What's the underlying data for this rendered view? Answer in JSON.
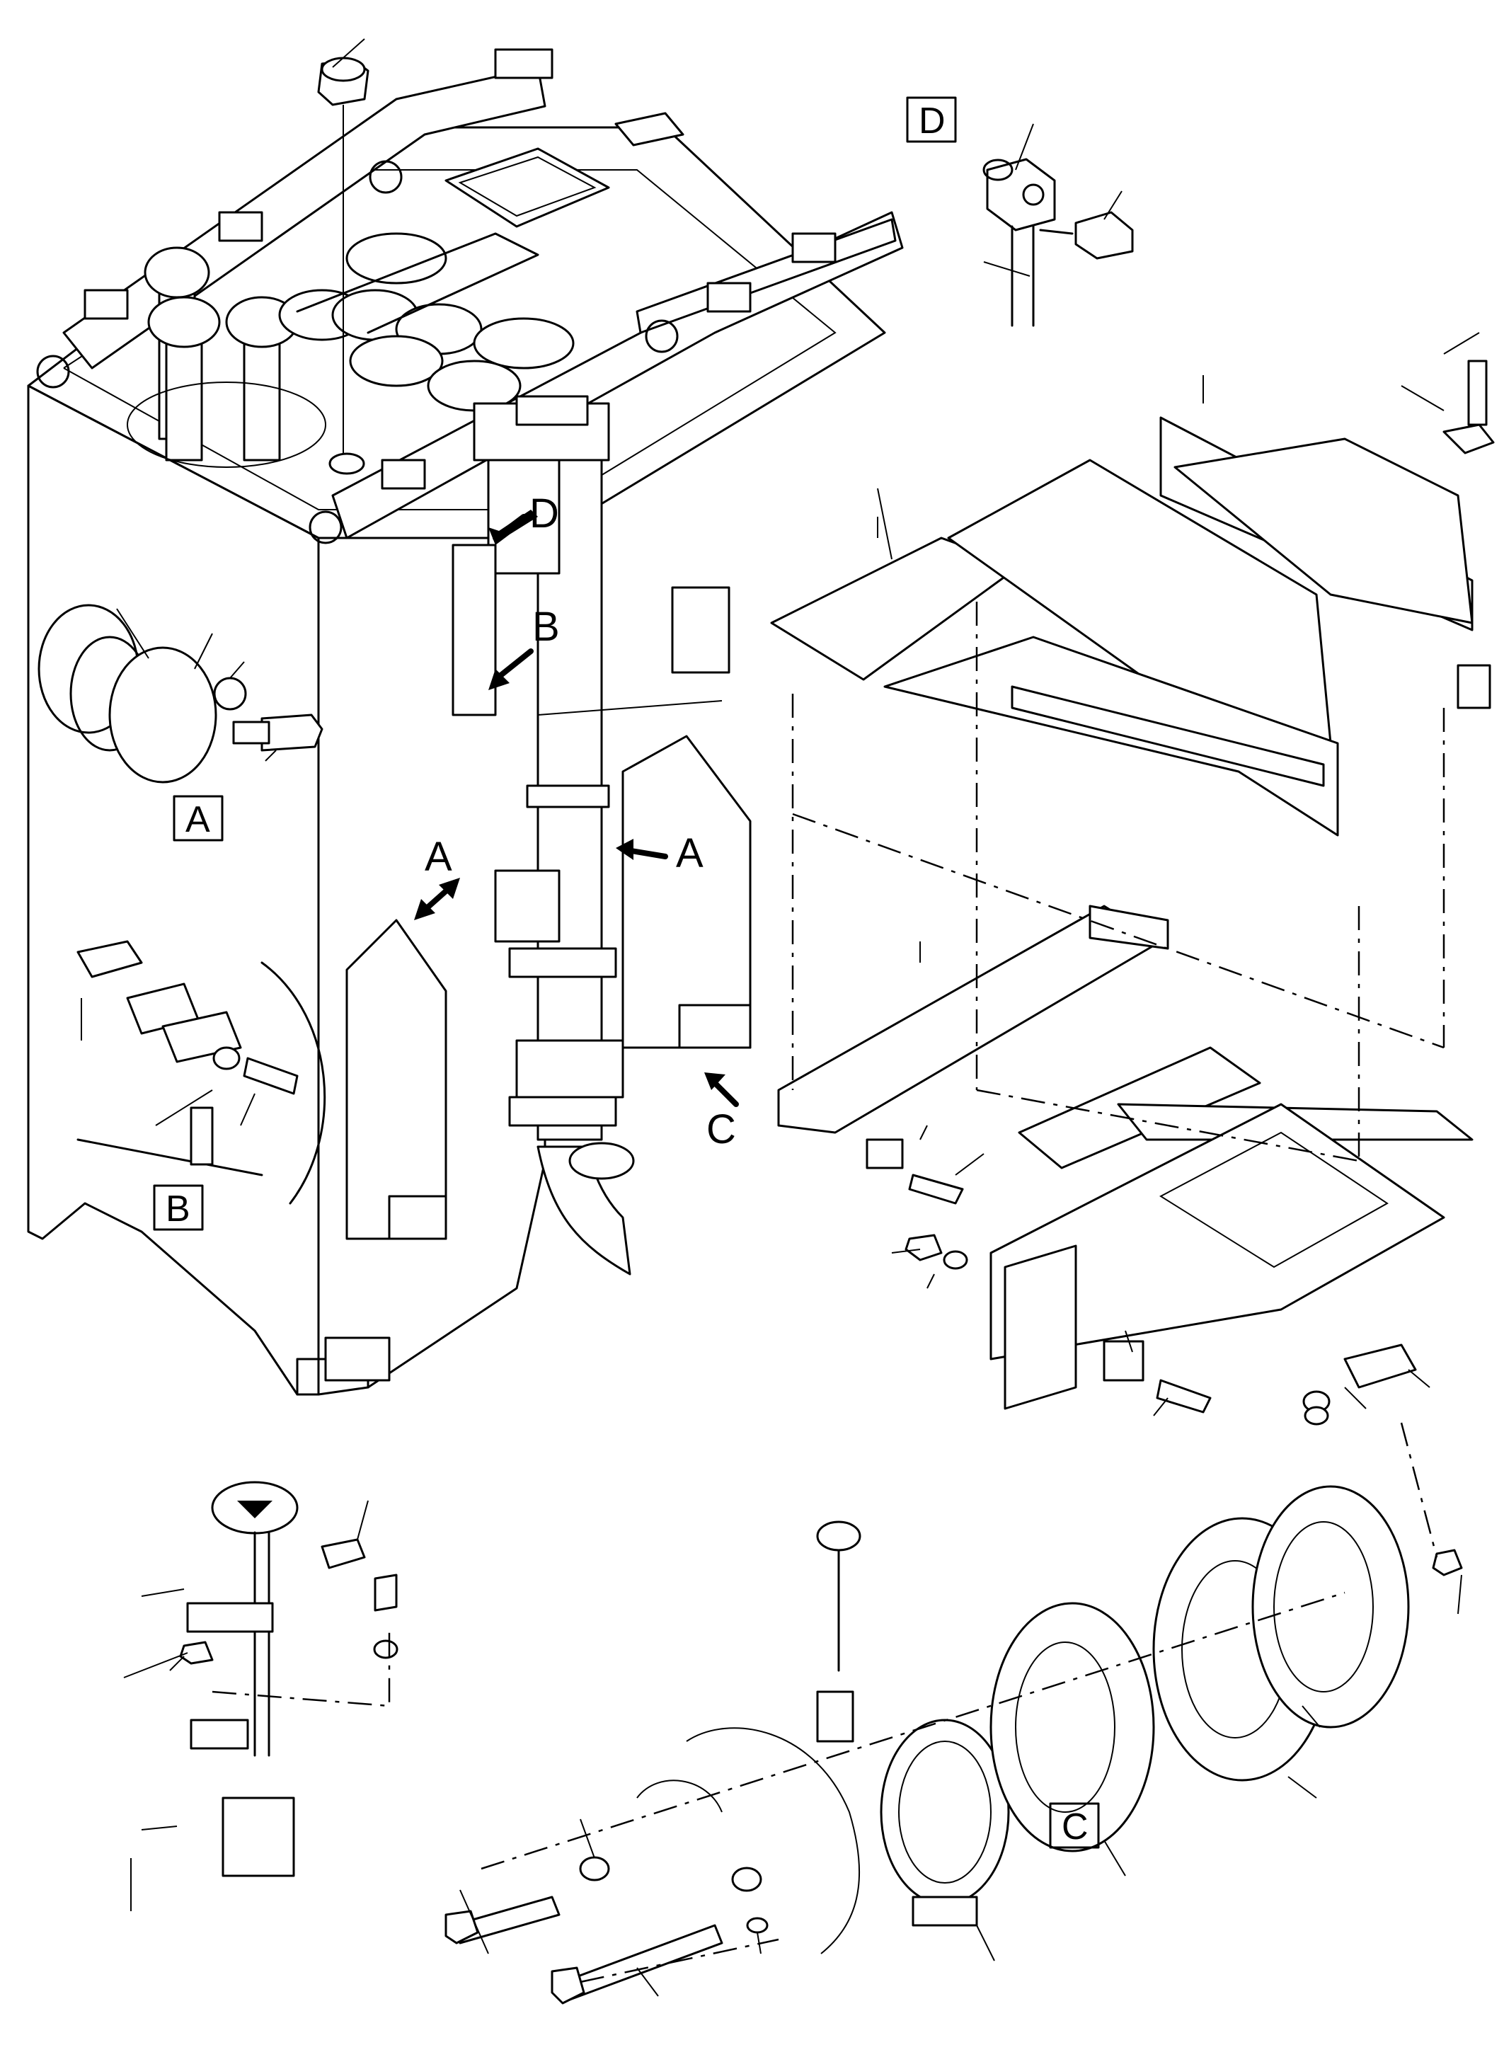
{
  "view_labels": {
    "A": "A",
    "B": "B",
    "C": "C",
    "D": "D"
  },
  "pointer_labels": {
    "D": "D",
    "B": "B",
    "A_left": "A",
    "A_right": "A",
    "C": "C"
  },
  "colors": {
    "line": "#000000",
    "background": "#ffffff"
  }
}
